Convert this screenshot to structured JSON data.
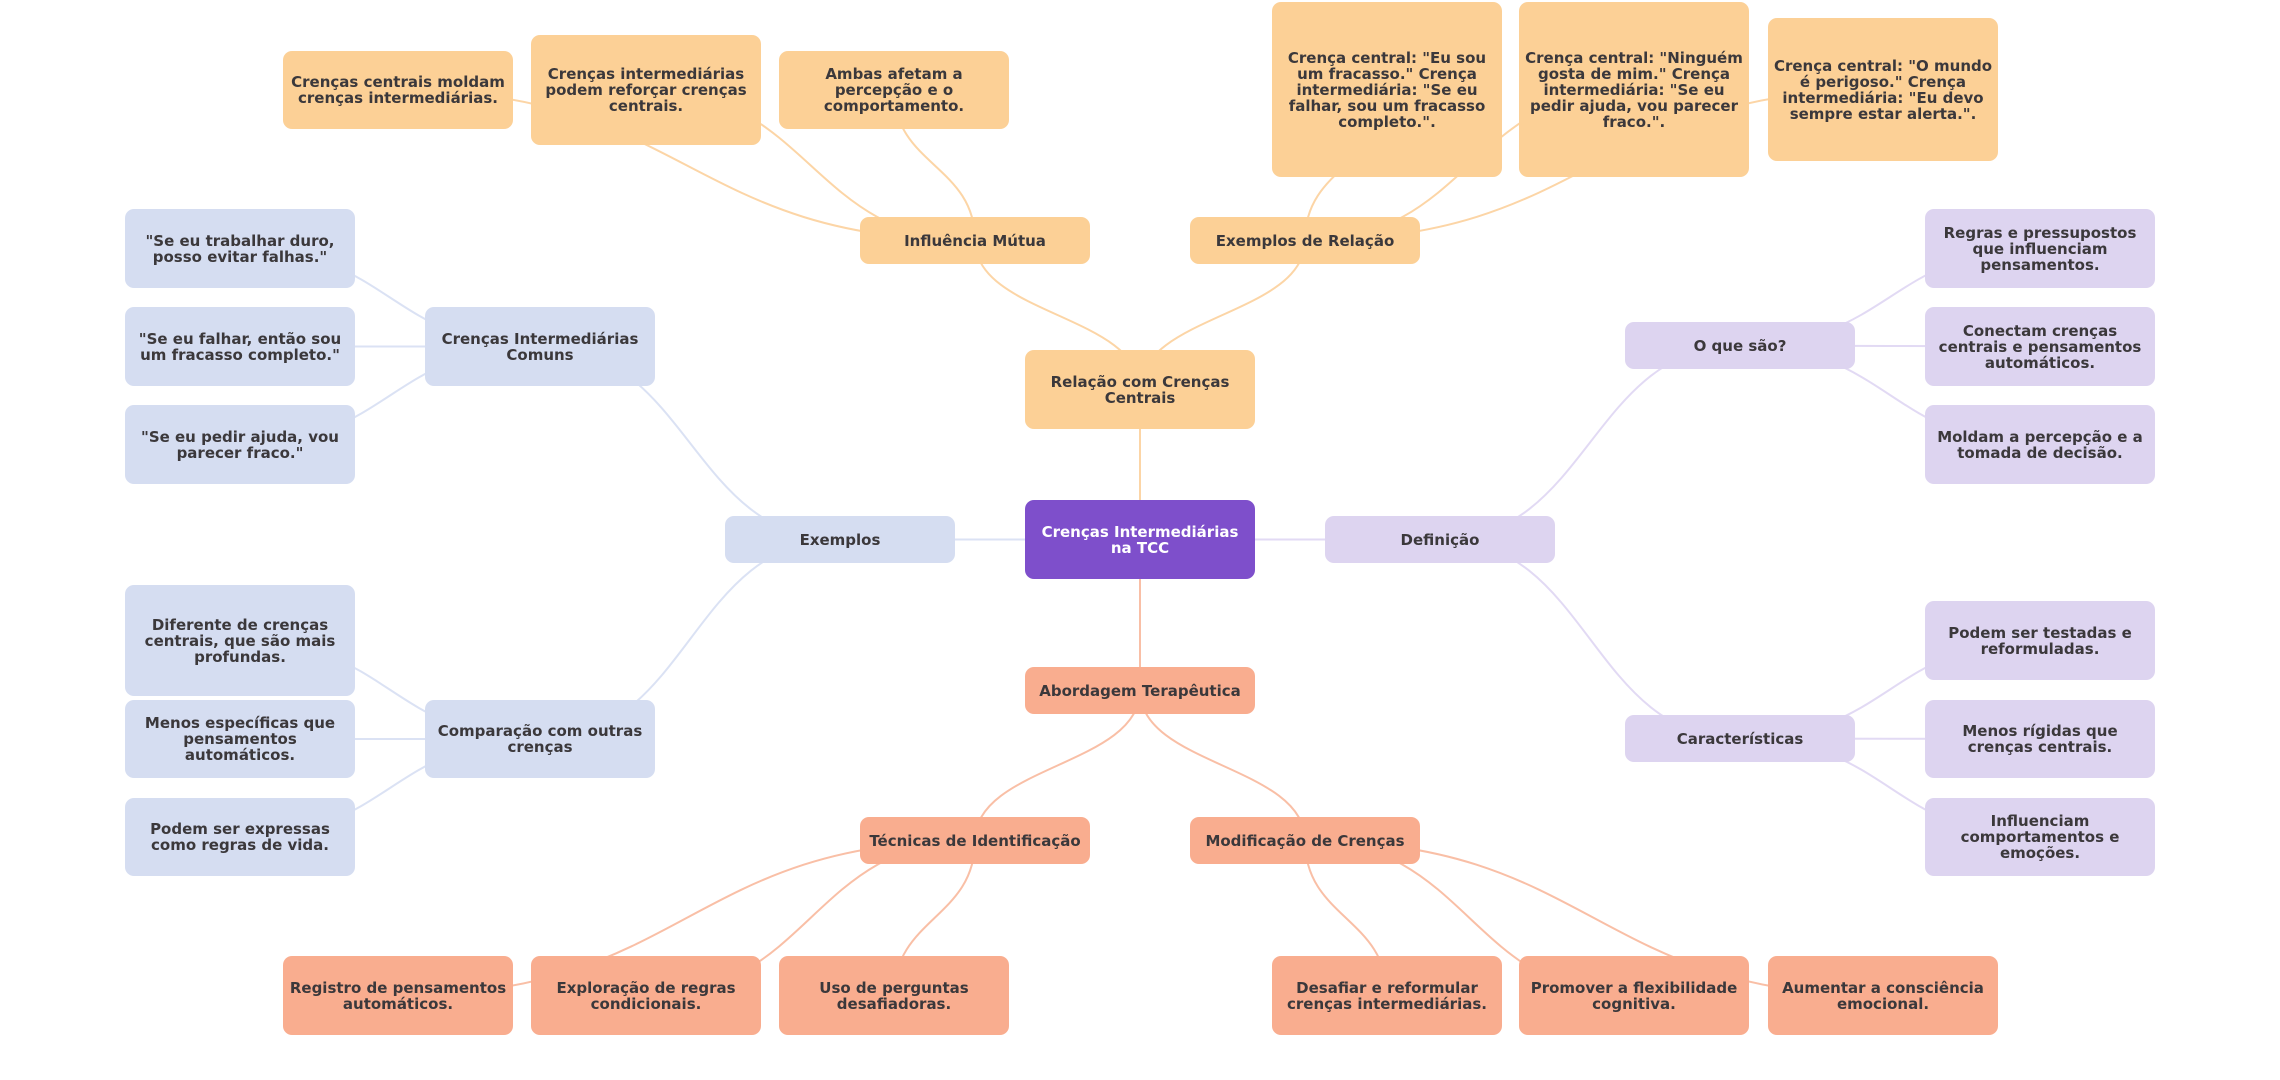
{
  "title": "Crenças Intermediárias na TCC",
  "colors": {
    "root": "#7e4fcb",
    "relacao": "#fcd096",
    "exemplos": "#d5ddf1",
    "definicao": "#ddd4f0",
    "abordagem": "#f9ad8f",
    "edge_relacao": "#fcd5a6",
    "edge_exemplos": "#dbe2f4",
    "edge_definicao": "#e2daf4",
    "edge_abordagem": "#f9bfa6"
  },
  "nodes": [
    {
      "id": "root",
      "label": "Crenças Intermediárias na TCC",
      "branch": "root"
    },
    {
      "id": "relacao",
      "label": "Relação com Crenças Centrais",
      "branch": "relacao",
      "parent": "root"
    },
    {
      "id": "influencia",
      "label": "Influência Mútua",
      "branch": "relacao",
      "parent": "relacao"
    },
    {
      "id": "inf1",
      "label": "Crenças centrais moldam crenças intermediárias.",
      "branch": "relacao",
      "parent": "influencia"
    },
    {
      "id": "inf2",
      "label": "Crenças intermediárias podem reforçar crenças centrais.",
      "branch": "relacao",
      "parent": "influencia"
    },
    {
      "id": "inf3",
      "label": "Ambas afetam a percepção e o comportamento.",
      "branch": "relacao",
      "parent": "influencia"
    },
    {
      "id": "exrel",
      "label": "Exemplos de Relação",
      "branch": "relacao",
      "parent": "relacao"
    },
    {
      "id": "exr1",
      "label": "Crença central: \"Eu sou um fracasso.\" Crença intermediária: \"Se eu falhar, sou um fracasso completo.\".",
      "branch": "relacao",
      "parent": "exrel"
    },
    {
      "id": "exr2",
      "label": "Crença central: \"Ninguém gosta de mim.\" Crença intermediária: \"Se eu pedir ajuda, vou parecer fraco.\".",
      "branch": "relacao",
      "parent": "exrel"
    },
    {
      "id": "exr3",
      "label": "Crença central: \"O mundo é perigoso.\" Crença intermediária: \"Eu devo sempre estar alerta.\".",
      "branch": "relacao",
      "parent": "exrel"
    },
    {
      "id": "exemplos",
      "label": "Exemplos",
      "branch": "exemplos",
      "parent": "root"
    },
    {
      "id": "comuns",
      "label": "Crenças Intermediárias Comuns",
      "branch": "exemplos",
      "parent": "exemplos"
    },
    {
      "id": "com1",
      "label": "\"Se eu trabalhar duro, posso evitar falhas.\"",
      "branch": "exemplos",
      "parent": "comuns"
    },
    {
      "id": "com2",
      "label": "\"Se eu falhar, então sou um fracasso completo.\"",
      "branch": "exemplos",
      "parent": "comuns"
    },
    {
      "id": "com3",
      "label": "\"Se eu pedir ajuda, vou parecer fraco.\"",
      "branch": "exemplos",
      "parent": "comuns"
    },
    {
      "id": "comparacao",
      "label": "Comparação com outras crenças",
      "branch": "exemplos",
      "parent": "exemplos"
    },
    {
      "id": "cmp1",
      "label": "Diferente de crenças centrais, que são mais profundas.",
      "branch": "exemplos",
      "parent": "comparacao"
    },
    {
      "id": "cmp2",
      "label": "Menos específicas que pensamentos automáticos.",
      "branch": "exemplos",
      "parent": "comparacao"
    },
    {
      "id": "cmp3",
      "label": "Podem ser expressas como regras de vida.",
      "branch": "exemplos",
      "parent": "comparacao"
    },
    {
      "id": "definicao",
      "label": "Definição",
      "branch": "definicao",
      "parent": "root"
    },
    {
      "id": "oquesao",
      "label": "O que são?",
      "branch": "definicao",
      "parent": "definicao"
    },
    {
      "id": "oqs1",
      "label": "Regras e pressupostos que influenciam pensamentos.",
      "branch": "definicao",
      "parent": "oquesao"
    },
    {
      "id": "oqs2",
      "label": "Conectam crenças centrais e pensamentos automáticos.",
      "branch": "definicao",
      "parent": "oquesao"
    },
    {
      "id": "oqs3",
      "label": "Moldam a percepção e a tomada de decisão.",
      "branch": "definicao",
      "parent": "oquesao"
    },
    {
      "id": "caract",
      "label": "Características",
      "branch": "definicao",
      "parent": "definicao"
    },
    {
      "id": "car1",
      "label": "Podem ser testadas e reformuladas.",
      "branch": "definicao",
      "parent": "caract"
    },
    {
      "id": "car2",
      "label": "Menos rígidas que crenças centrais.",
      "branch": "definicao",
      "parent": "caract"
    },
    {
      "id": "car3",
      "label": "Influenciam comportamentos e emoções.",
      "branch": "definicao",
      "parent": "caract"
    },
    {
      "id": "abordagem",
      "label": "Abordagem Terapêutica",
      "branch": "abordagem",
      "parent": "root"
    },
    {
      "id": "tecnicas",
      "label": "Técnicas de Identificação",
      "branch": "abordagem",
      "parent": "abordagem"
    },
    {
      "id": "tec1",
      "label": "Registro de pensamentos automáticos.",
      "branch": "abordagem",
      "parent": "tecnicas"
    },
    {
      "id": "tec2",
      "label": "Exploração de regras condicionais.",
      "branch": "abordagem",
      "parent": "tecnicas"
    },
    {
      "id": "tec3",
      "label": "Uso de perguntas desafiadoras.",
      "branch": "abordagem",
      "parent": "tecnicas"
    },
    {
      "id": "modif",
      "label": "Modificação de Crenças",
      "branch": "abordagem",
      "parent": "abordagem"
    },
    {
      "id": "mod1",
      "label": "Desafiar e reformular crenças intermediárias.",
      "branch": "abordagem",
      "parent": "modif"
    },
    {
      "id": "mod2",
      "label": "Promover a flexibilidade cognitiva.",
      "branch": "abordagem",
      "parent": "modif"
    },
    {
      "id": "mod3",
      "label": "Aumentar a consciência emocional.",
      "branch": "abordagem",
      "parent": "modif"
    }
  ]
}
